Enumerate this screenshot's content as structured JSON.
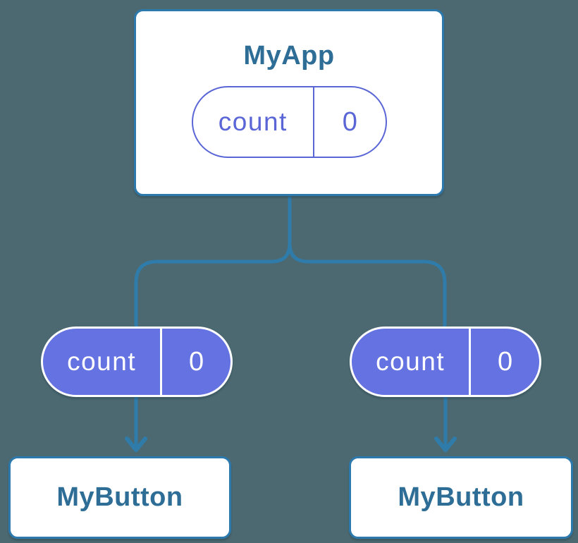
{
  "colors": {
    "background": "#4C6971",
    "card_bg": "#FFFFFF",
    "card_border": "#2B79AD",
    "connector": "#2F7CAB",
    "node_title": "#2E6E96",
    "pill_fill": "#6472E2",
    "pill_outline": "#5A66D6",
    "pill_text_light": "#FFFFFF"
  },
  "icons": {
    "connector_arrow": "arrow-down"
  },
  "root_node": {
    "title": "MyApp",
    "state_pill": {
      "label": "count",
      "value": "0"
    }
  },
  "branch_pills": {
    "left": {
      "label": "count",
      "value": "0"
    },
    "right": {
      "label": "count",
      "value": "0"
    }
  },
  "child_nodes": {
    "left": {
      "title": "MyButton"
    },
    "right": {
      "title": "MyButton"
    }
  }
}
